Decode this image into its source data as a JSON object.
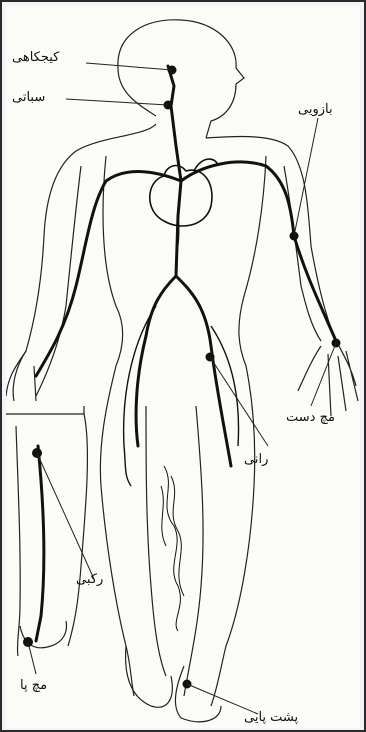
{
  "labels": {
    "temporal": "کیجکاهی",
    "carotid": "سباتی",
    "brachial": "بازویی",
    "wrist": "مچ دست",
    "femoral": "رانی",
    "knee": "رکبی",
    "ankle": "مچ پا",
    "dorsal_foot": "پشت پایی"
  },
  "colors": {
    "ink": "#1d1d1d",
    "paper": "#fbfbf8"
  }
}
